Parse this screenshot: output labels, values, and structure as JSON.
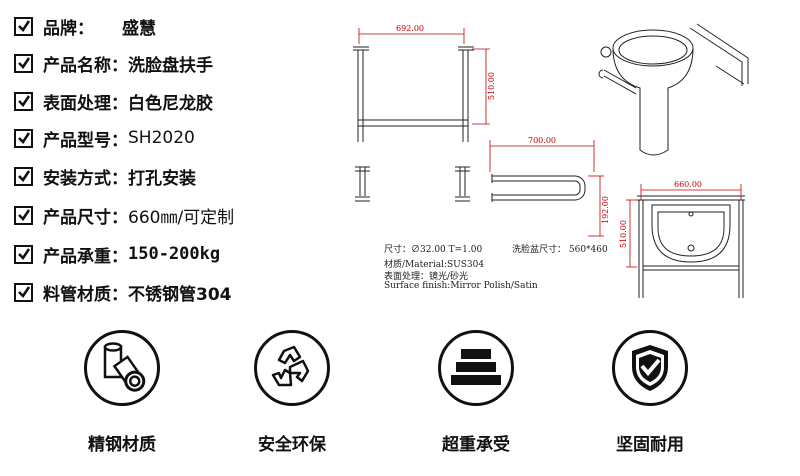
{
  "specs": [
    {
      "label": "品牌：",
      "value": "盛慧"
    },
    {
      "label": "产品名称：",
      "value": "洗脸盘扶手"
    },
    {
      "label": "表面处理：",
      "value": "白色尼龙胶"
    },
    {
      "label": "产品型号：",
      "value": "SH2020"
    },
    {
      "label": "安装方式：",
      "value": "打孔安装"
    },
    {
      "label": "产品尺寸：",
      "value": "660㎜/可定制"
    },
    {
      "label": "产品承重：",
      "value": "150-200kg"
    },
    {
      "label": "料管材质：",
      "value": "不锈钢管304"
    }
  ],
  "drawing": {
    "dim_front_width": "692.00",
    "dim_front_height": "510.00",
    "dim_u_width": "700.00",
    "dim_u_depth": "192.00",
    "dim_basin_width": "660.00",
    "dim_basin_height": "510.00",
    "notes": {
      "size": "尺寸：∅32.00 T=1.00",
      "basin_size": "洗脸盆尺寸：  560*460",
      "material": "材质/Material:SUS304",
      "surface_cn": "表面处理：镜光/砂光",
      "surface_en": "Surface finish:Mirror Polish/Satin"
    }
  },
  "features": [
    {
      "icon": "steel-pipe-icon",
      "label": "精钢材质"
    },
    {
      "icon": "recycle-icon",
      "label": "安全环保"
    },
    {
      "icon": "stacked-weight-icon",
      "label": "超重承受"
    },
    {
      "icon": "shield-check-icon",
      "label": "坚固耐用"
    }
  ],
  "colors": {
    "dimension": "#c00000",
    "text": "#111111"
  }
}
